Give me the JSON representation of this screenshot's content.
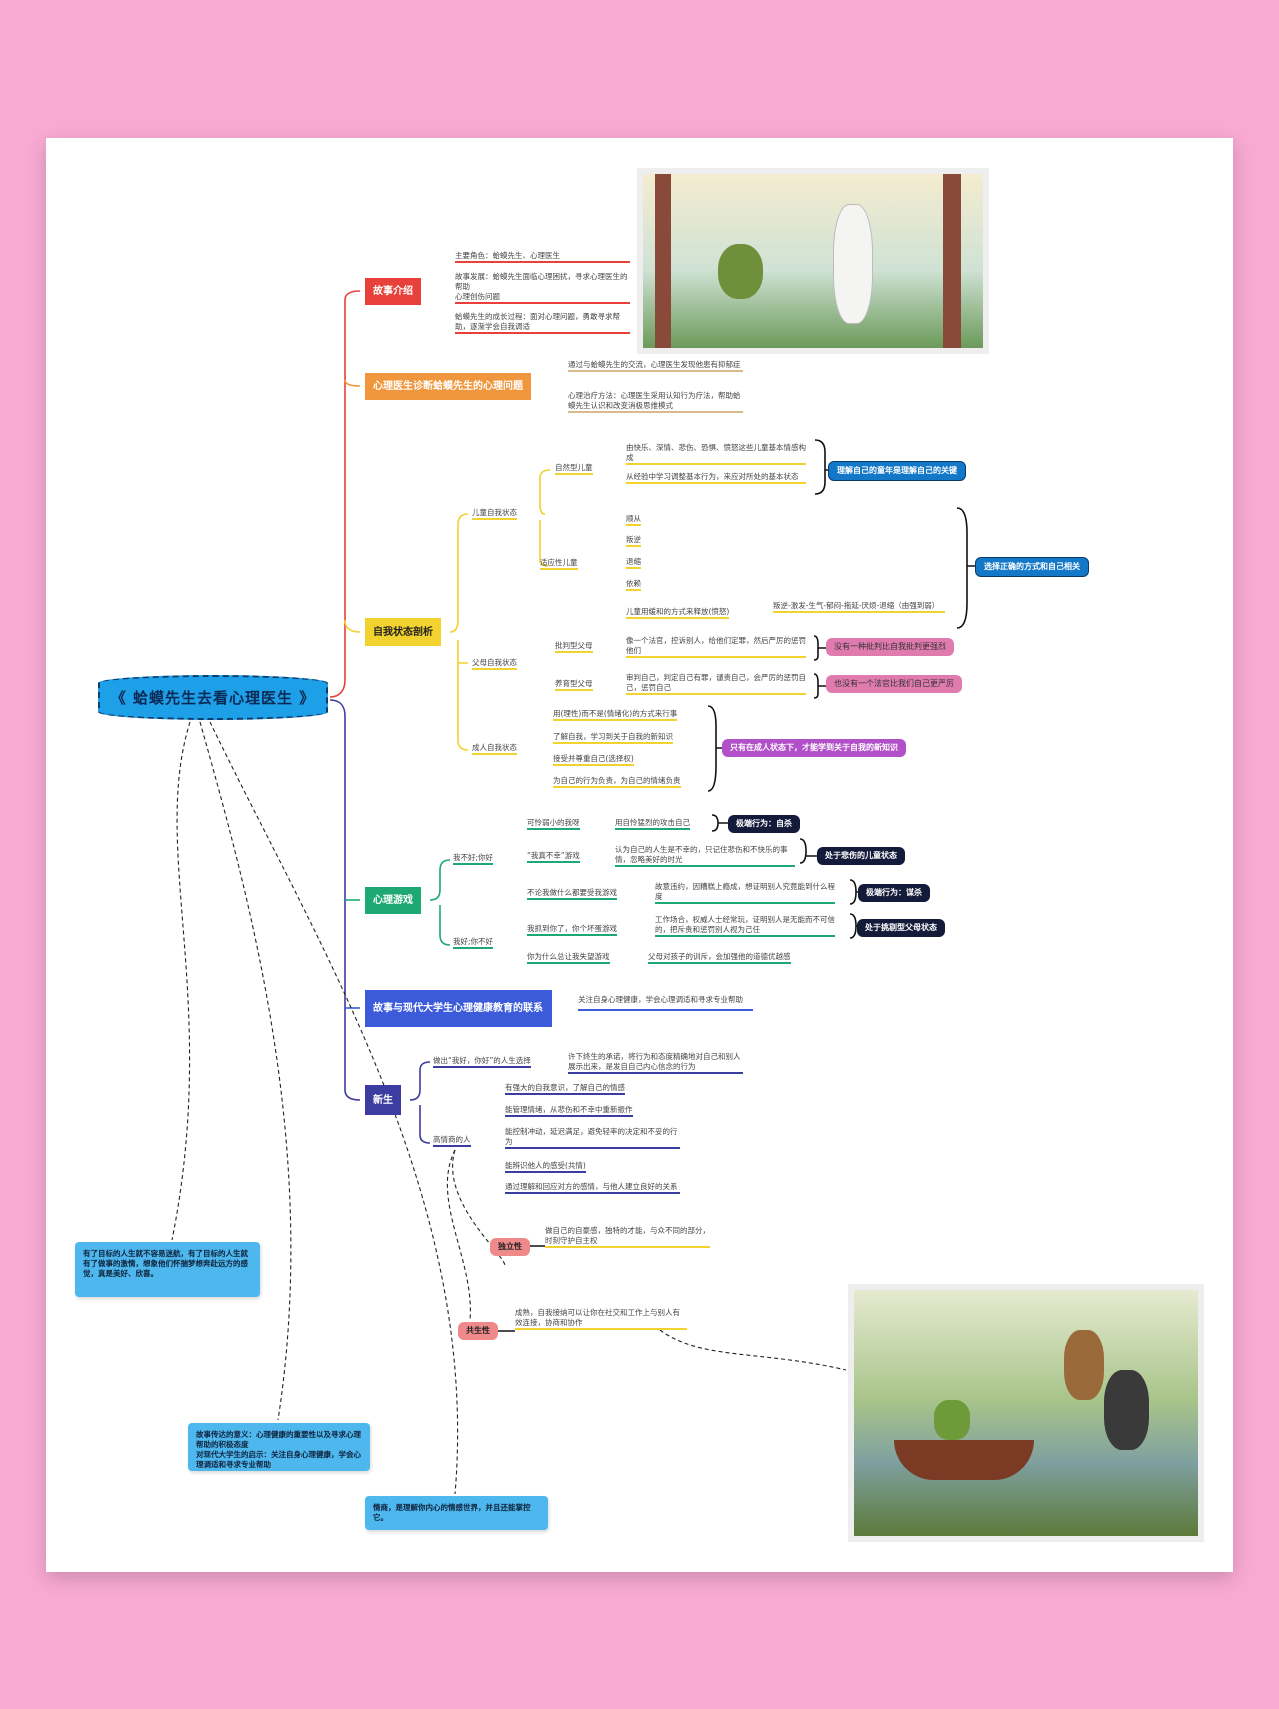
{
  "root": "《 蛤蟆先生去看心理医生 》",
  "colors": {
    "background": "#f8aad2",
    "red": "#e8403a",
    "orange": "#f0963c",
    "yellow": "#f2d22e",
    "green": "#1da874",
    "blue": "#3b5bdb",
    "indigo": "#3d3ca0",
    "root": "#1ea0e8"
  },
  "story": {
    "title": "故事介绍",
    "items": [
      "主要角色：蛤蟆先生、心理医生",
      "故事发展：蛤蟆先生面临心理困扰，寻求心理医生的帮助\n心理创伤问题",
      "蛤蟆先生的成长过程：面对心理问题，勇敢寻求帮助，逐渐学会自我调适"
    ]
  },
  "diagnosis": {
    "title": "心理医生诊断蛤蟆先生的心理问题",
    "items": [
      "通过与蛤蟆先生的交流，心理医生发现他患有抑郁症",
      "心理治疗方法：心理医生采用认知行为疗法，帮助蛤蟆先生认识和改变消极思维模式"
    ]
  },
  "ego": {
    "title": "自我状态剖析",
    "child": {
      "label": "儿童自我状态",
      "natural": {
        "label": "自然型儿童",
        "items": [
          "由快乐、深情、悲伤、恐惧、愤怒这些儿童基本情感构成",
          "从经验中学习调整基本行为，来应对所处的基本状态"
        ]
      },
      "adaptive": {
        "label": "适应性儿童",
        "items": [
          "顺从",
          "叛逆",
          "退缩",
          "依赖",
          "儿童用缓和的方式来释放(愤怒)"
        ],
        "detail": "叛逆-激发-生气-郁闷-拖延-厌烦-退缩（由强到弱）"
      },
      "summary1": "理解自己的童年是理解自己的关键",
      "summary2": "选择正确的方式和自己相关"
    },
    "parent": {
      "label": "父母自我状态",
      "critical": {
        "label": "批判型父母",
        "item": "像一个法官，控诉别人，给他们定罪，然后严厉的惩罚他们",
        "summary": "没有一种批判比自我批判更强烈"
      },
      "nurturing": {
        "label": "养育型父母",
        "item": "审判自己，判定自己有罪，谴责自己，会严厉的惩罚自己，惩罚自己",
        "summary": "也没有一个法官比我们自己更严厉"
      }
    },
    "adult": {
      "label": "成人自我状态",
      "items": [
        "用(理性)而不是(情绪化)的方式来行事",
        "了解自我，学习到关于自我的新知识",
        "接受并尊重自己(选择权)",
        "为自己的行为负责，为自己的情绪负责"
      ],
      "summary": "只有在成人状态下，才能学到关于自我的新知识"
    }
  },
  "games": {
    "title": "心理游戏",
    "g1": {
      "label": "我不好;你好",
      "items": [
        {
          "label": "可怜弱小的我呀",
          "detail": "用自怜猛烈的攻击自己",
          "summary": "极端行为：自杀"
        },
        {
          "label": "“我真不幸”游戏",
          "detail": "认为自己的人生是不幸的，只记住悲伤和不快乐的事情，忽略美好的时光",
          "summary": "处于悲伤的儿童状态"
        },
        {
          "label": "不论我做什么都要受我游戏",
          "detail": "故意违约，因糟糕上瘾成，想证明别人究竟能到什么程度",
          "summary": "极端行为：谋杀"
        }
      ]
    },
    "g2": {
      "label": "我好;你不好",
      "items": [
        {
          "label": "我抓到你了，你个坏蛋游戏",
          "detail": "工作场合，权威人士经常玩，证明别人是无能而不可信的，把斥责和惩罚别人视为己任",
          "summary": "处于挑剔型父母状态"
        },
        {
          "label": "你为什么总让我失望游戏",
          "detail": "父母对孩子的训斥，会加强他的道德优越感"
        }
      ]
    }
  },
  "relation": {
    "title": "故事与现代大学生心理健康教育的联系",
    "item": "关注自身心理健康，学会心理调适和寻求专业帮助"
  },
  "rebirth": {
    "title": "新生",
    "choice": {
      "label": "做出“我好，你好”的人生选择",
      "detail": "许下终生的承诺，将行为和态度精确地对自己和别人展示出来，是发自自己内心信念的行为"
    },
    "eq": {
      "label": "高情商的人",
      "items": [
        "有强大的自我意识，了解自己的情感",
        "能管理情绪，从悲伤和不幸中重新振作",
        "能控制冲动，延迟满足，避免轻率的决定和不妥的行为",
        "能辨识他人的感受(共情)",
        "通过理解和回应对方的感情，与他人建立良好的关系"
      ]
    },
    "independence": {
      "label": "独立性",
      "text": "做自己的自豪感，独特的才能，与众不同的部分，时刻守护自主权"
    },
    "symbiosis": {
      "label": "共生性",
      "text": "成熟，自我接纳可以让你在社交和工作上与别人有效连接，协商和协作"
    }
  },
  "notes": [
    "有了目标的人生就不容易迷航，有了目标的人生就有了做事的激情，想象他们怀揣梦想奔赴远方的感觉，真是美好、欣喜。",
    "故事传达的意义：心理健康的重要性以及寻求心理帮助的积极态度\n对现代大学生的启示：关注自身心理健康，学会心理调适和寻求专业帮助",
    "情商，是理解你内心的情感世界，并且还能掌控它。"
  ]
}
